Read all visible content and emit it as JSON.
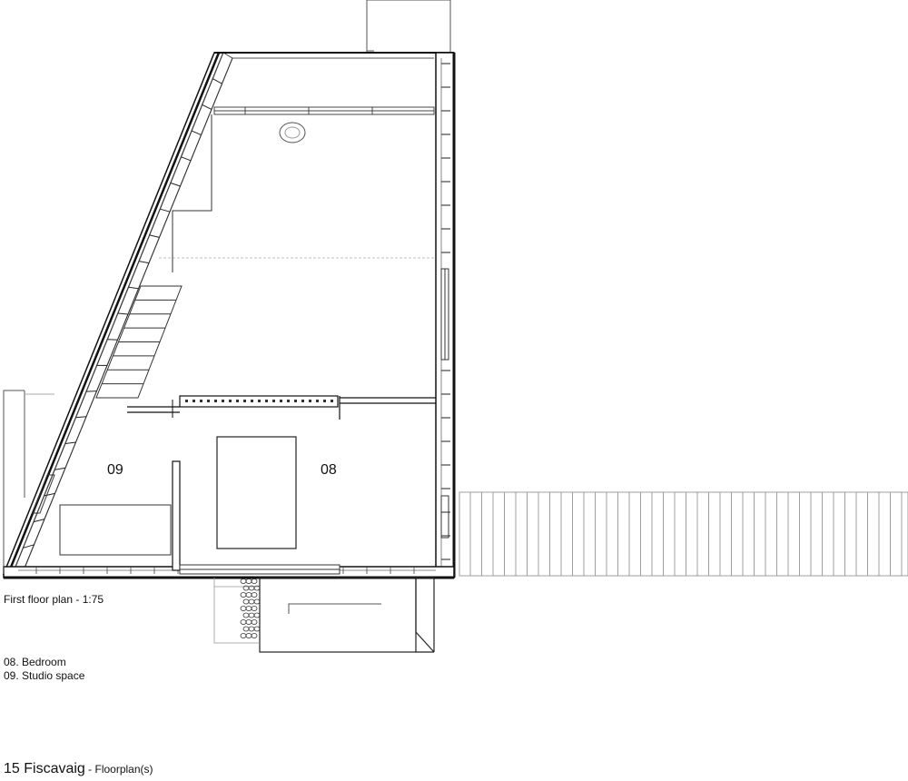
{
  "rooms": [
    {
      "number": "09"
    },
    {
      "number": "08"
    }
  ],
  "scale_caption": "First floor plan - 1:75",
  "legend": [
    "08. Bedroom",
    "09. Studio space"
  ],
  "footer": {
    "project": "15 Fiscavaig",
    "separator": " - ",
    "doc_type": "Floorplan(s)"
  },
  "colors": {
    "line": "#111111",
    "thin_line": "#555555",
    "light_line": "#9a9a9a",
    "wall_fill": "#2a2a2a"
  }
}
